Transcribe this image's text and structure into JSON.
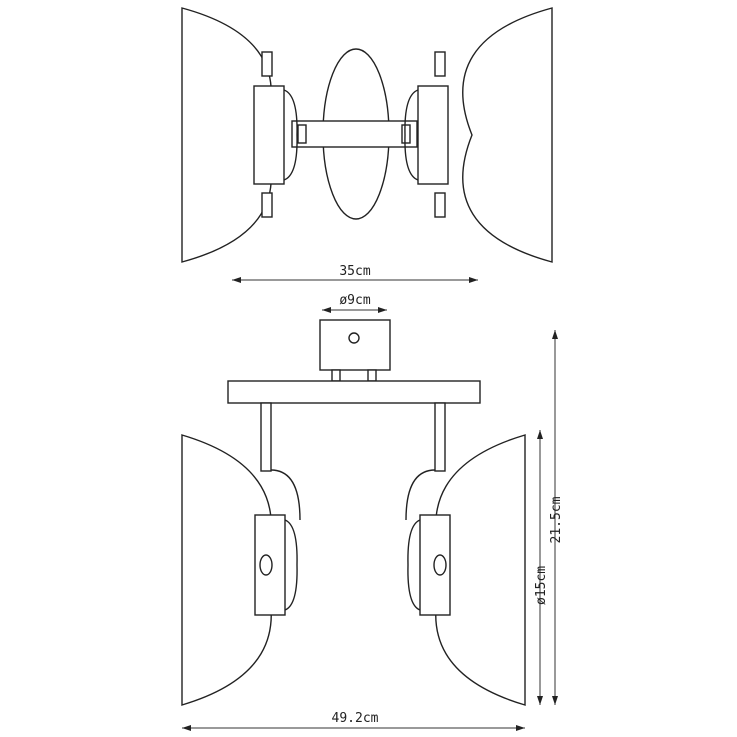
{
  "title": "Double spot ceiling lamp dimension drawing",
  "dimensions": {
    "top_width": "35cm",
    "canopy_diameter": "ø9cm",
    "shade_diameter": "ø15cm",
    "height": "21.5cm",
    "total_width": "49.2cm"
  },
  "colors": {
    "line": "#222222",
    "background": "#ffffff"
  }
}
